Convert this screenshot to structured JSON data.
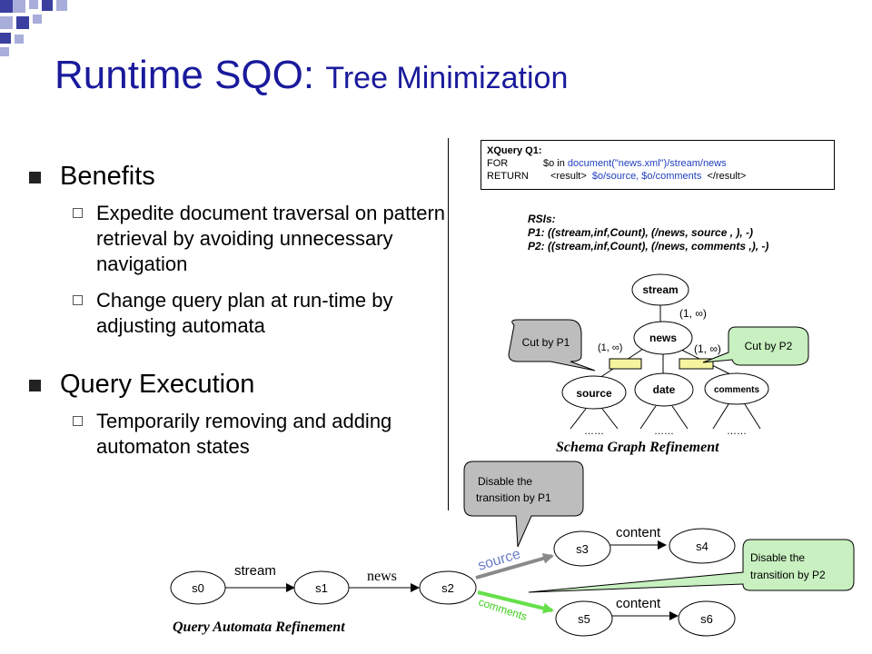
{
  "title": {
    "main": "Runtime SQO:",
    "sub": "Tree Minimization"
  },
  "bullets": [
    {
      "text": "Benefits",
      "subs": [
        "Expedite document traversal on pattern retrieval by avoiding unnecessary navigation",
        "Change query plan at run-time by adjusting automata"
      ]
    },
    {
      "text": "Query Execution",
      "subs": [
        "Temporarily removing and adding automaton states"
      ]
    }
  ],
  "xquery": {
    "heading": "XQuery Q1:",
    "for_kw": "FOR",
    "for_var": "$o in",
    "for_expr": "document(\"news.xml\")/stream/news",
    "ret_kw": "RETURN",
    "ret_open": "<result>",
    "ret_expr": "$o/source, $o/comments",
    "ret_close": "</result>"
  },
  "rsis": {
    "heading": "RSIs:",
    "p1": "P1: ((stream,inf,Count), (/news, source , ), -)",
    "p2": "P2: ((stream,inf,Count), (/news, comments ,), -)"
  },
  "schema": {
    "nodes": {
      "stream": "stream",
      "news": "news",
      "source": "source",
      "date": "date",
      "comments": "comments"
    },
    "card_top": "(1, ∞)",
    "card_left": "(1, ∞)",
    "card_right": "(1, ∞)",
    "cut_p1": "Cut by P1",
    "cut_p2": "Cut by P2",
    "dots": "……",
    "caption": "Schema Graph Refinement"
  },
  "automata": {
    "states": [
      "s0",
      "s1",
      "s2",
      "s3",
      "s4",
      "s5",
      "s6"
    ],
    "edge_stream": "stream",
    "edge_news": "news",
    "edge_source": "source",
    "edge_comments": "comments",
    "edge_content1": "content",
    "edge_content2": "content",
    "disable_p1": [
      "Disable the",
      "transition by P1"
    ],
    "disable_p2": [
      "Disable the",
      "transition by P2"
    ],
    "caption": "Query Automata Refinement"
  },
  "colors": {
    "title": "#1a1a9c",
    "deco_dark": "#3a3fa0",
    "deco_light": "#a9adda",
    "cut_fill": "#f5f5a0",
    "callout_gray": "#bdbdbd",
    "callout_green": "#c8f0c0",
    "source_arrow": "#8a8a8a",
    "comments_arrow": "#66e04a"
  }
}
